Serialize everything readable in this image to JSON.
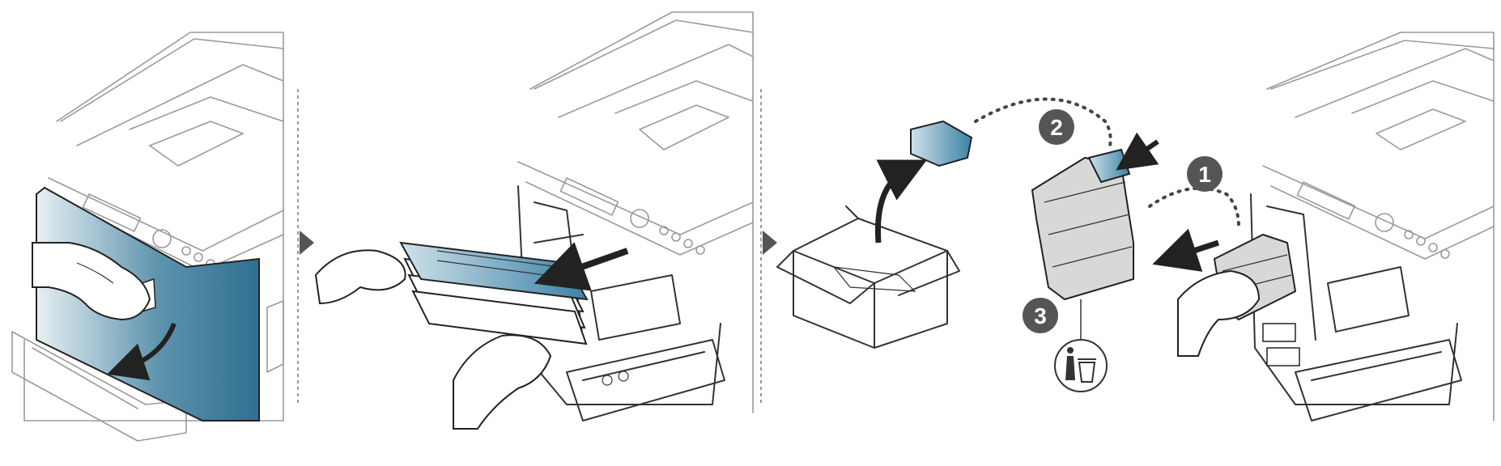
{
  "step_badges": {
    "step1": "1",
    "step2": "2",
    "step3": "3"
  },
  "colors": {
    "accent": "#2f7497",
    "accent_light": "#aec9d6",
    "line": "#333333",
    "faded_line": "#9a9a9a",
    "badge": "#555555",
    "separator": "#777777"
  },
  "icons": {
    "panel_arrow": "triangle-right",
    "disposal": "trash-disposal-icon"
  }
}
